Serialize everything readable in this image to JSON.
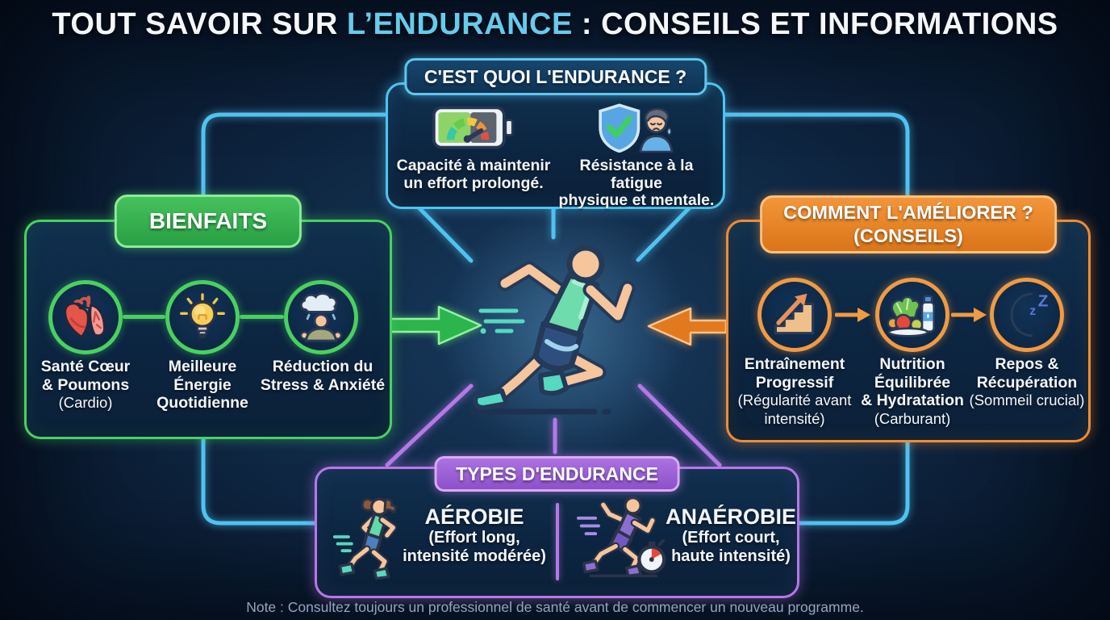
{
  "title": {
    "prefix": "TOUT SAVOIR SUR ",
    "highlight": "L’ENDURANCE",
    "suffix": " : CONSEILS ET INFORMATIONS"
  },
  "definition_box": {
    "header": "C'EST QUOI L'ENDURANCE ?",
    "items": [
      {
        "icon": "battery-gauge-icon",
        "lines": [
          "Capacité à maintenir",
          "un effort prolongé."
        ]
      },
      {
        "icon": "shield-fatigue-icon",
        "lines": [
          "Résistance à la fatigue",
          "physique et mentale."
        ]
      }
    ]
  },
  "benefits_box": {
    "header": "BIENFAITS",
    "items": [
      {
        "icon": "heart-lungs-icon",
        "title_lines": [
          "Santé Cœur",
          "& Poumons"
        ],
        "subtitle": "(Cardio)"
      },
      {
        "icon": "lightbulb-icon",
        "title_lines": [
          "Meilleure",
          "Énergie",
          "Quotidienne"
        ]
      },
      {
        "icon": "stress-cloud-icon",
        "title_lines": [
          "Réduction du",
          "Stress & Anxiété"
        ]
      }
    ]
  },
  "tips_box": {
    "header_lines": [
      "COMMENT L'AMÉLIORER ?",
      "(CONSEILS)"
    ],
    "items": [
      {
        "icon": "progress-stairs-icon",
        "title_lines": [
          "Entraînement",
          "Progressif"
        ],
        "subtitle_lines": [
          "(Régularité avant",
          "intensité)"
        ]
      },
      {
        "icon": "nutrition-icon",
        "title_lines": [
          "Nutrition",
          "Équilibrée",
          "& Hydratation"
        ],
        "subtitle_lines": [
          "(Carburant)"
        ]
      },
      {
        "icon": "sleep-moon-icon",
        "icon_letters": [
          "z",
          "Z"
        ],
        "title_lines": [
          "Repos &",
          "Récupération"
        ],
        "subtitle_lines": [
          "(Sommeil crucial)"
        ]
      }
    ]
  },
  "types_box": {
    "header": "TYPES D'ENDURANCE",
    "items": [
      {
        "icon": "jogger-icon",
        "title": "AÉROBIE",
        "subtitle_lines": [
          "(Effort long,",
          "intensité modérée)"
        ]
      },
      {
        "icon": "sprinter-icon",
        "title": "ANAÉROBIE",
        "subtitle_lines": [
          "(Effort court,",
          "haute intensité)"
        ]
      }
    ]
  },
  "note": "Note : Consultez toujours un professionnel de santé avant de commencer un nouveau programme.",
  "theme": {
    "cyan": "#4fc3f0",
    "green": "#49d15f",
    "orange": "#f08c32",
    "purple": "#b678e8",
    "title_highlight": "#66cbec",
    "note_color": "#93a6bd",
    "skin": "#f6c59b",
    "outline": "#233a58",
    "teal_accent": "#55d9c0"
  }
}
